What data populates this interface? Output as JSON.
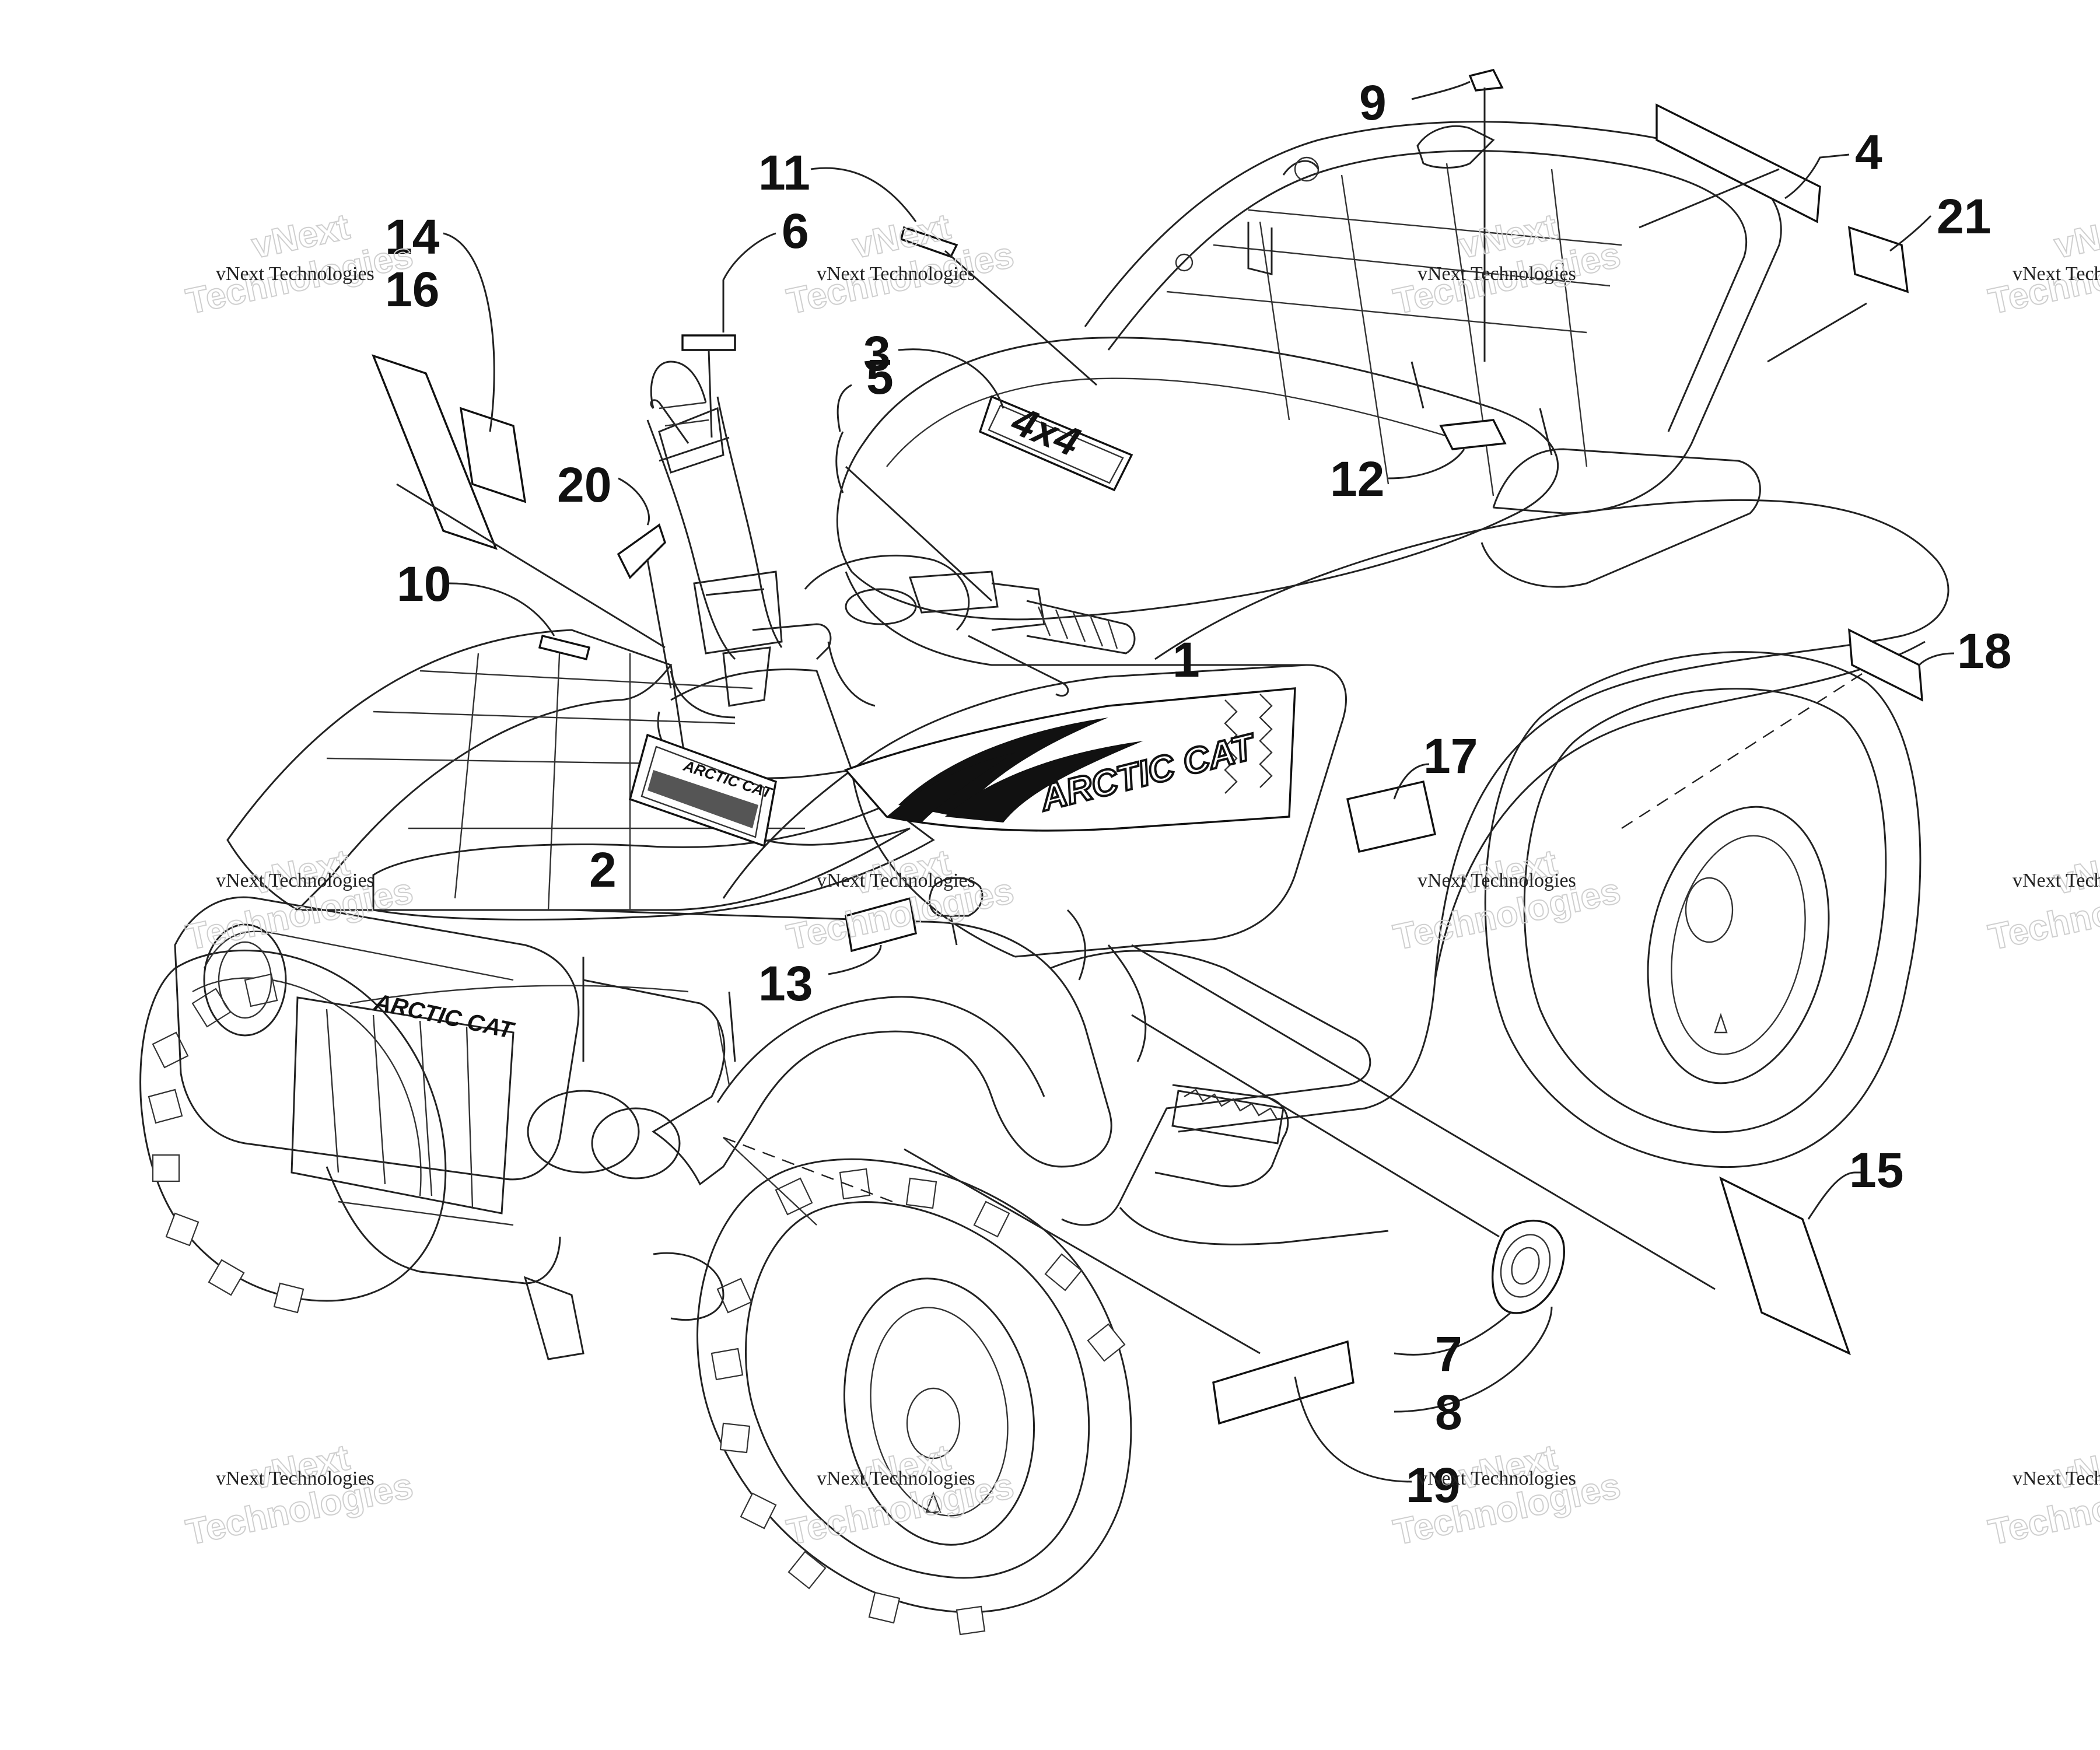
{
  "callouts": [
    {
      "id": "1",
      "label": "1"
    },
    {
      "id": "2",
      "label": "2"
    },
    {
      "id": "3",
      "label": "3"
    },
    {
      "id": "4",
      "label": "4"
    },
    {
      "id": "5",
      "label": "5"
    },
    {
      "id": "6",
      "label": "6"
    },
    {
      "id": "7",
      "label": "7"
    },
    {
      "id": "8",
      "label": "8"
    },
    {
      "id": "9",
      "label": "9"
    },
    {
      "id": "10",
      "label": "10"
    },
    {
      "id": "11",
      "label": "11"
    },
    {
      "id": "12",
      "label": "12"
    },
    {
      "id": "13",
      "label": "13"
    },
    {
      "id": "14",
      "label": "14"
    },
    {
      "id": "15",
      "label": "15"
    },
    {
      "id": "16",
      "label": "16"
    },
    {
      "id": "17",
      "label": "17"
    },
    {
      "id": "18",
      "label": "18"
    },
    {
      "id": "19",
      "label": "19"
    },
    {
      "id": "20",
      "label": "20"
    },
    {
      "id": "21",
      "label": "21"
    }
  ],
  "decal_text": {
    "side_logo": "ARCTIC CAT",
    "grille_logo": "ARCTIC CAT",
    "plate_logo": "ARCTIC CAT",
    "hood_badge": "4x4"
  },
  "watermark": {
    "line1": "vNext",
    "line2": "Technologies",
    "small": "vNext Technologies"
  },
  "colors": {
    "ink": "#111111",
    "watermark": "#cfcfcf",
    "background": "#ffffff"
  }
}
